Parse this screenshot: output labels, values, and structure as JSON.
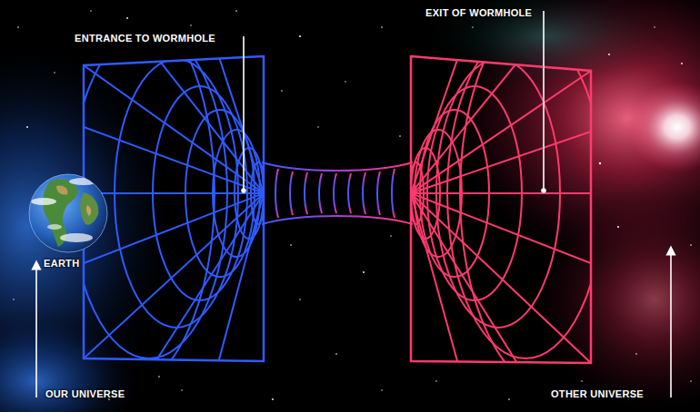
{
  "diagram": {
    "labels": [
      "ENTRANCE TO WORMHOLE",
      "EXIT OF WORMHOLE",
      "EARTH",
      "OUR UNIVERSE",
      "OTHER UNIVERSE"
    ]
  }
}
